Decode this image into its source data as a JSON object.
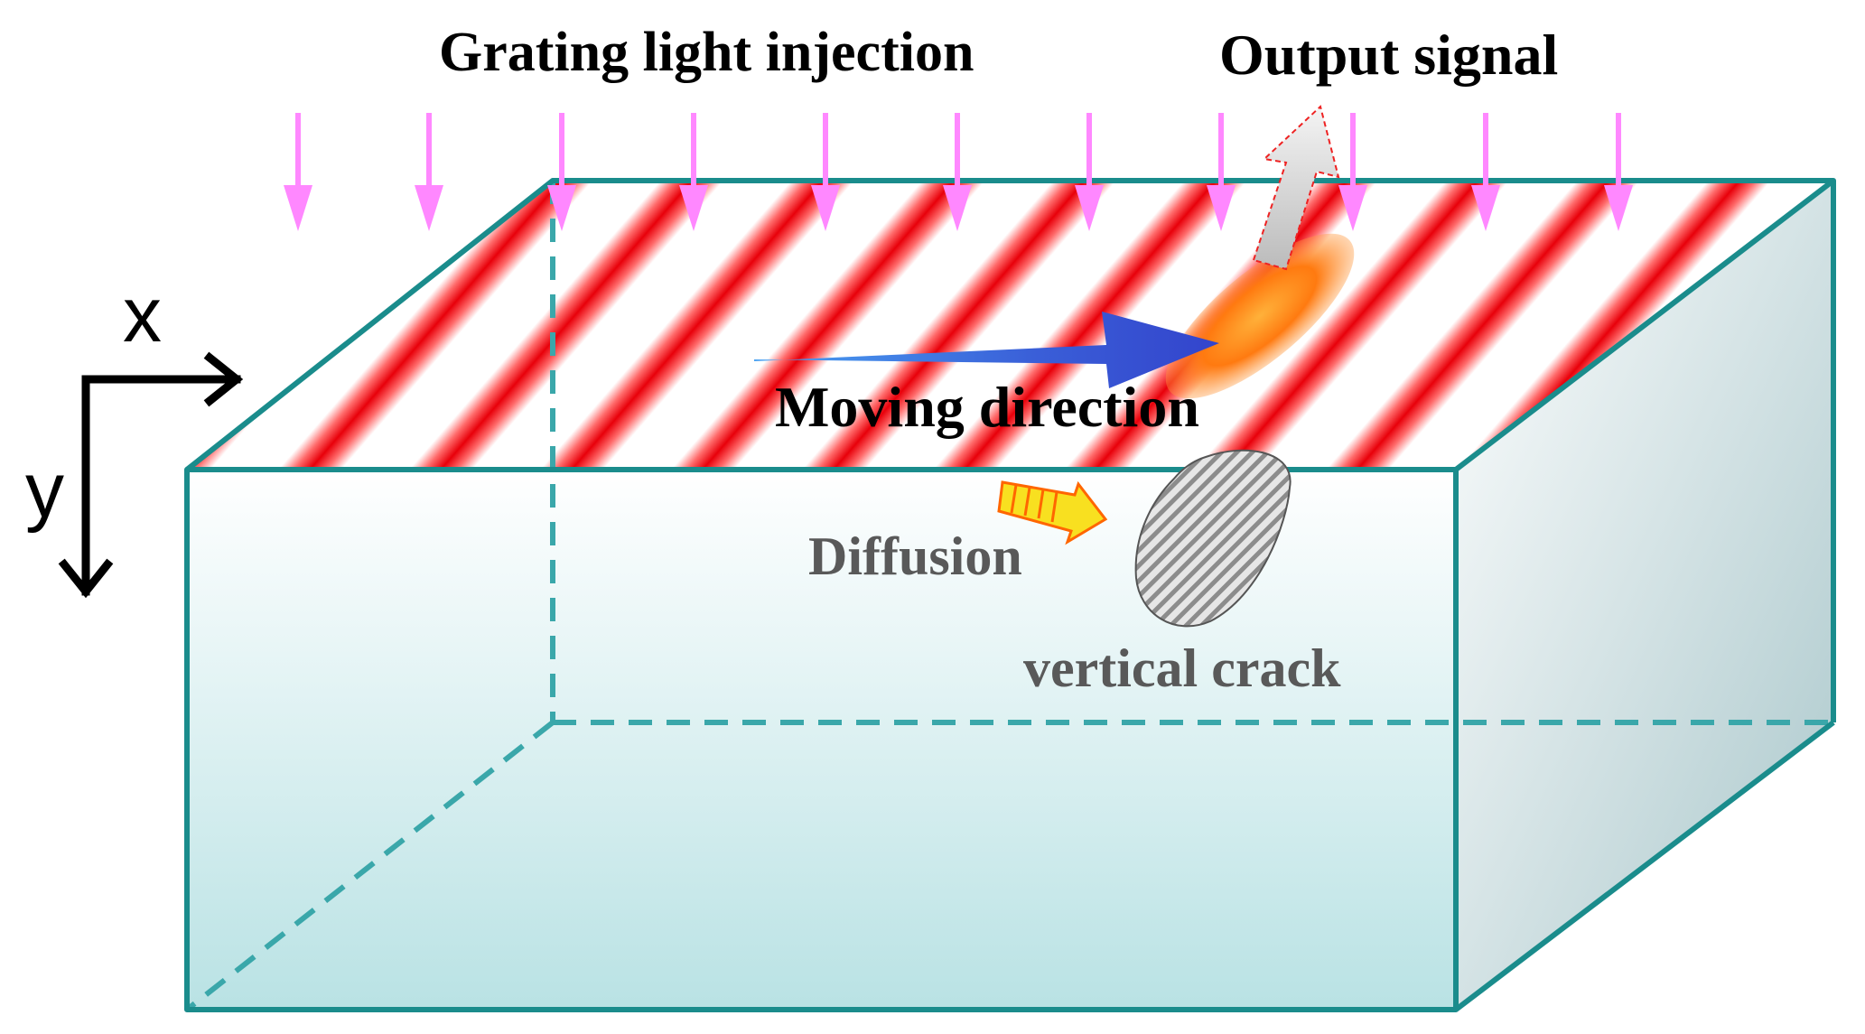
{
  "labels": {
    "grating_light_injection": "Grating light injection",
    "output_signal": "Output signal",
    "moving_direction": "Moving direction",
    "diffusion": "Diffusion",
    "vertical_crack": "vertical crack",
    "axis_x": "x",
    "axis_y": "y"
  },
  "colors": {
    "box_edge": "#1a8c8c",
    "box_fill_top": "#ffffff",
    "box_fill_bottom": "#b9e2e4",
    "stripe_red": "#e8000a",
    "injection_arrow": "#ff88ff",
    "moving_arrow_start": "#3a8ef0",
    "moving_arrow_end": "#3344cc",
    "heat_spot": "#ff8a1a",
    "diffusion_arrow": "#f8e020",
    "crack_hatch": "#9a9a9a",
    "text_dark": "#000000",
    "text_gray": "#555555"
  },
  "icons": {
    "axis_arrows": "axis-arrows-icon",
    "injection": "down-arrow-icon",
    "moving": "right-arrow-icon",
    "diffusion": "striped-arrow-icon",
    "output": "outline-arrow-icon"
  }
}
